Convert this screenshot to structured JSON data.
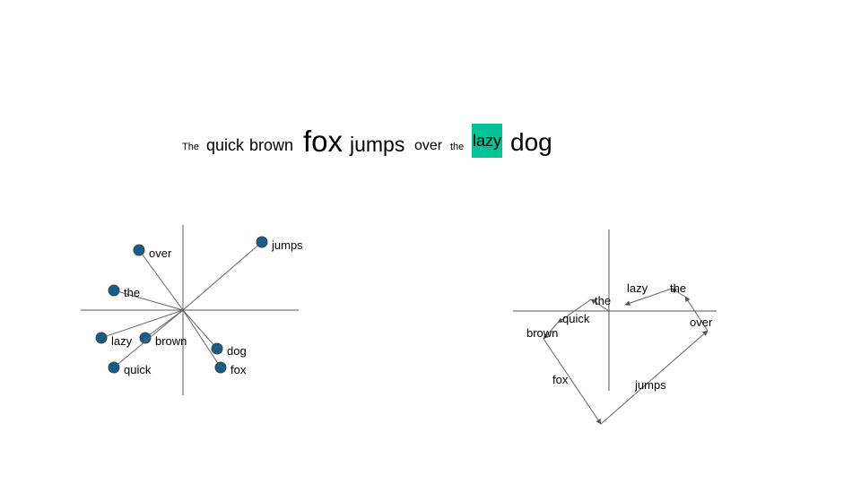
{
  "sentence": {
    "highlight_color": "#00c39a",
    "words": [
      {
        "text": "The"
      },
      {
        "text": "quick"
      },
      {
        "text": "brown"
      },
      {
        "text": "fox"
      },
      {
        "text": "jumps"
      },
      {
        "text": "over"
      },
      {
        "text": "the"
      },
      {
        "text": "lazy"
      },
      {
        "text": "dog"
      }
    ]
  },
  "left_diagram": {
    "point_color": "#155e8a",
    "vectors": [
      {
        "label": "over"
      },
      {
        "label": "jumps"
      },
      {
        "label": "the"
      },
      {
        "label": "lazy"
      },
      {
        "label": "brown"
      },
      {
        "label": "quick"
      },
      {
        "label": "dog"
      },
      {
        "label": "fox"
      }
    ]
  },
  "right_diagram": {
    "path_labels": [
      "the",
      "quick",
      "brown",
      "fox",
      "jumps",
      "over",
      "the",
      "lazy"
    ]
  }
}
